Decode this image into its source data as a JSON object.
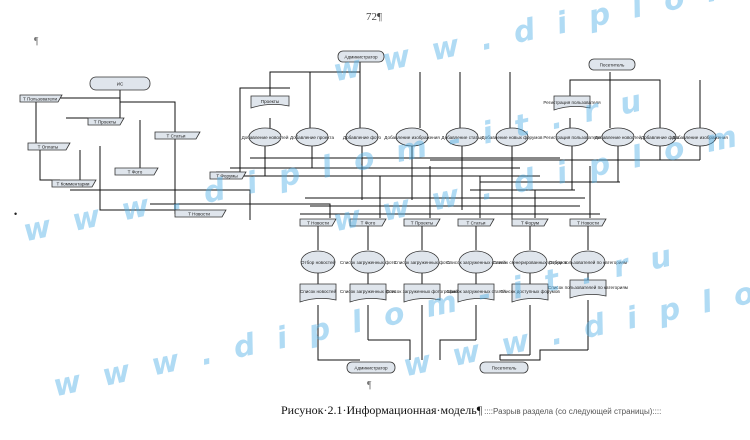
{
  "page": {
    "number": "72¶",
    "pilcrow": "¶",
    "bullet": "•",
    "caption": "Рисунок·2.1·Информационная·модель¶",
    "section_break": "::::Разрыв раздела (со следующей страницы)::::",
    "watermark": "w w w . d i p l o m - i t . r u"
  },
  "diagram": {
    "actors": {
      "user": "ИС",
      "admin": "Администратор",
      "guest": "Посетитель",
      "out_admin": "Администратор",
      "out_visitor": "Посетитель"
    },
    "tables_left": {
      "users": "Т Пользователи",
      "projects": "Т Проекты",
      "articles": "Т Статьи",
      "payments": "Т Оплаты",
      "comments": "Т Комментарии",
      "photos": "Т Фото",
      "news": "Т Новости",
      "forums": "Т Форумы"
    },
    "admin_ops": {
      "doc": "Проекты",
      "add_news": "Добавление новостей",
      "add_project": "Добавление проекта",
      "add_photo": "Добавление фото",
      "add_images": "Добавление изображения",
      "add_article": "Добавление статьи",
      "add_forum": "Добавление новых форумов"
    },
    "guest_ops": {
      "doc": "Регистрация пользователя",
      "registration": "Регистрация пользователя",
      "add_news": "Добавление новостей",
      "add_photo": "Добавление фото",
      "add_images": "Добавление изображения"
    },
    "mid_tables": [
      "Т Новости",
      "Т Фото",
      "Т Проекты",
      "Т Статьи",
      "Т Форум",
      "Т Новости"
    ],
    "mid_ops": [
      "Отбор новостей",
      "Список загруженных фото",
      "Список загруженных фото",
      "Список загруженных статей",
      "Список сгенерированных форумов",
      "Отбор пользователей по категориям"
    ],
    "mid_docs": [
      "Список новостей",
      "Список загруженных фото",
      "Список загруженных фотографий",
      "Список загруженных статей",
      "Список доступных форумов",
      "Список пользователей по категориям"
    ]
  }
}
